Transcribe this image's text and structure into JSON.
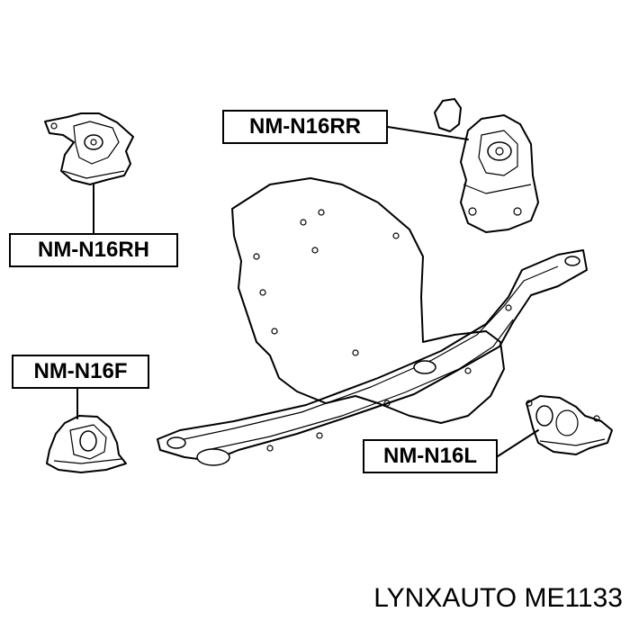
{
  "labels": {
    "rear_right": "NM-N16RR",
    "right": "NM-N16RH",
    "front": "NM-N16F",
    "left": "NM-N16L"
  },
  "brand": "LYNXAUTO ME1133"
}
